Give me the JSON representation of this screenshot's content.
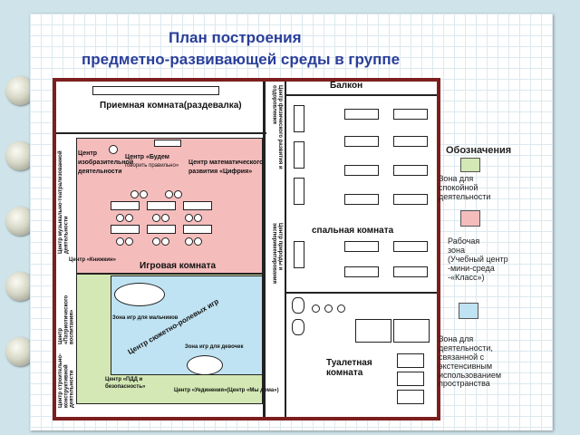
{
  "title": {
    "line1": "План построения",
    "line2": "предметно-развивающей среды в группе"
  },
  "plan": {
    "balcony": "Балкон",
    "reception": "Приемная комната(раздевалка)",
    "playroom": "Игровая комната",
    "bedroom": "спальная комната",
    "toilet": "Туалетная комната",
    "center_visual_1": "Центр",
    "center_visual_2": "изобразительной",
    "center_visual_3": "деятельности",
    "center_budget_1": "Центр «Будем",
    "center_budget_2": "говорить правильно»",
    "center_math_1": "Центр математического",
    "center_math_2": "развития «Цифрия»",
    "center_book": "Центр «Книжкин»",
    "center_rolegames": "Центр сюжетно-ролевых игр",
    "zone_boys": "Зона игр для мальчиков",
    "zone_girls": "Зона игр для девочек",
    "center_pdd_1": "Центр «ПДД и",
    "center_pdd_2": "безопасность»",
    "center_solitude": "Центр «Уединения»(Центр «Мы дома»)",
    "center_music": "Центр музыкально-театрализованной деятельности",
    "center_patriotic": "Центр «Патриотического воспитания»",
    "center_construct": "Центр строительно-конструктивной деятельности",
    "center_physical": "Центр физического развития и оздоровления",
    "center_nature": "Центр природы и экспериментирования"
  },
  "legend": {
    "header": "Обозначения",
    "item1": [
      "Зона для",
      "спокойной",
      "деятельности"
    ],
    "item2": [
      "Рабочая",
      "зона",
      "(Учебный центр",
      "-мини-среда",
      "-«Класс»)"
    ],
    "item3": [
      "Зона для",
      "деятельности,",
      "связанной с",
      "экстенсивным",
      "использованием",
      "пространства"
    ],
    "colors": {
      "calm": "#d3e8b4",
      "work": "#f5bcbc",
      "active": "#bfe3f2"
    }
  },
  "colors": {
    "wall": "#7d1e1e",
    "title": "#2a3f9a"
  }
}
